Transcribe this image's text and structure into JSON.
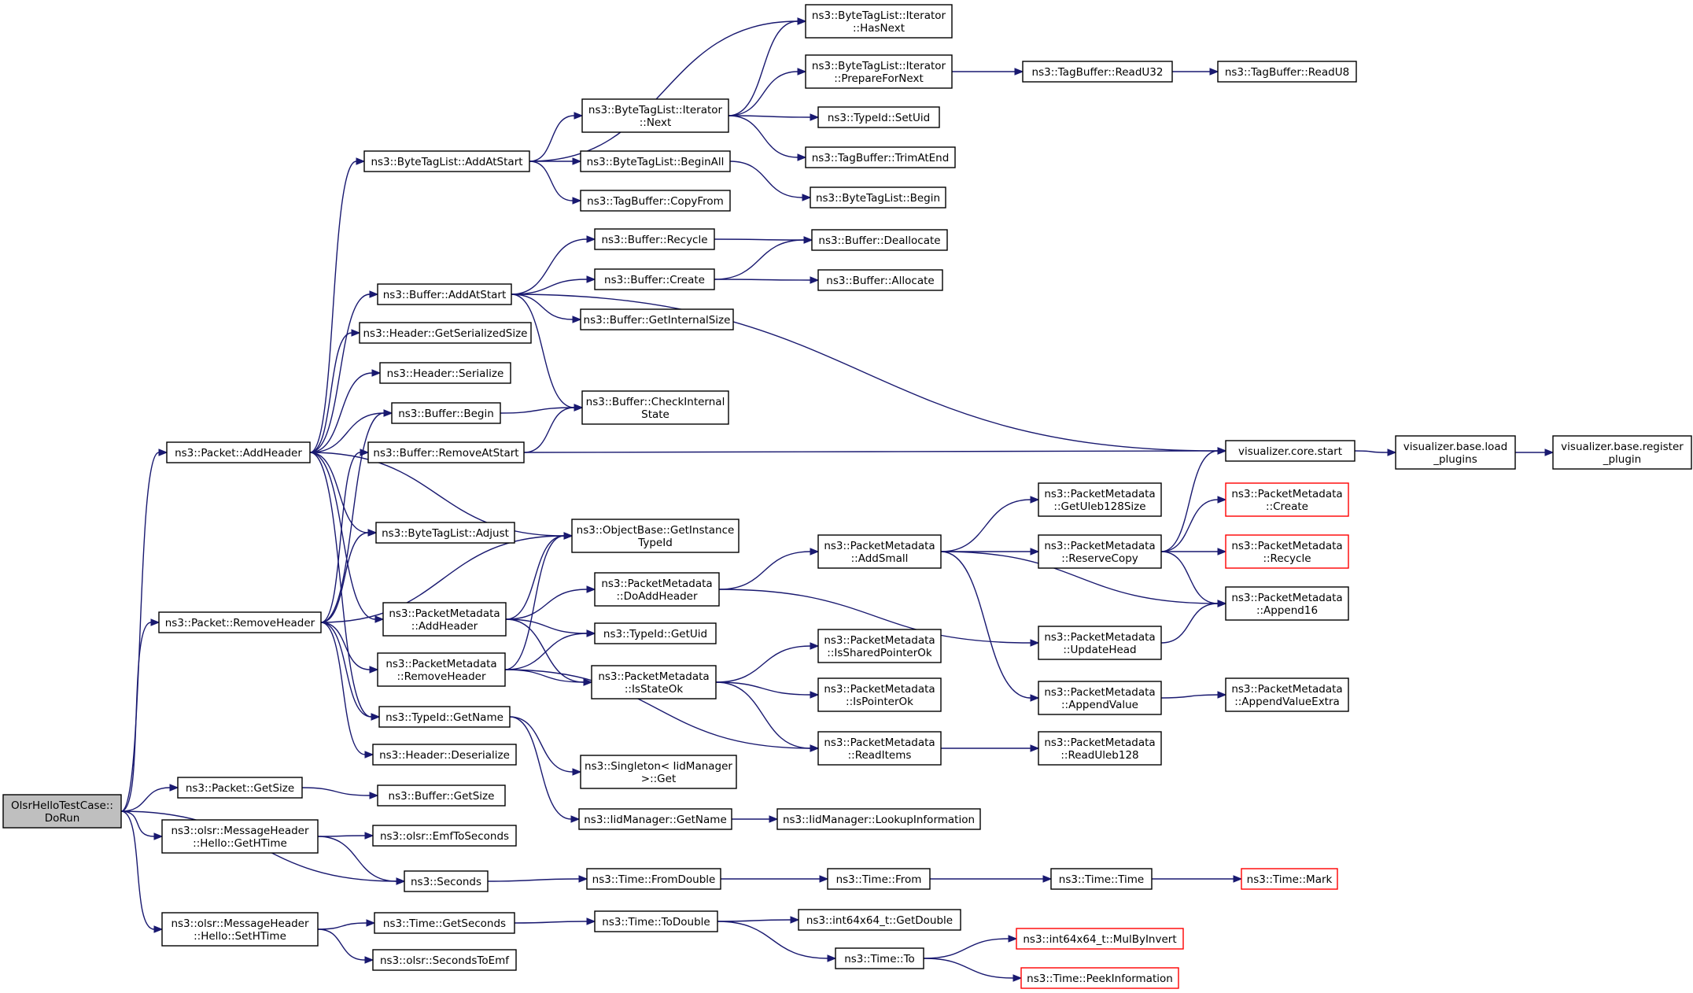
{
  "graph": {
    "nodes": [
      {
        "id": "root",
        "lines": [
          "OlsrHelloTestCase::",
          "DoRun"
        ],
        "root": true
      },
      {
        "id": "addHeader",
        "lines": [
          "ns3::Packet::AddHeader"
        ]
      },
      {
        "id": "removeHeader",
        "lines": [
          "ns3::Packet::RemoveHeader"
        ]
      },
      {
        "id": "pGetSize",
        "lines": [
          "ns3::Packet::GetSize"
        ]
      },
      {
        "id": "getHTime",
        "lines": [
          "ns3::olsr::MessageHeader",
          "::Hello::GetHTime"
        ]
      },
      {
        "id": "setHTime",
        "lines": [
          "ns3::olsr::MessageHeader",
          "::Hello::SetHTime"
        ]
      },
      {
        "id": "btlAddAtStart",
        "lines": [
          "ns3::ByteTagList::AddAtStart"
        ]
      },
      {
        "id": "bufAddAtStart",
        "lines": [
          "ns3::Buffer::AddAtStart"
        ]
      },
      {
        "id": "hdrSerSize",
        "lines": [
          "ns3::Header::GetSerializedSize"
        ]
      },
      {
        "id": "hdrSerialize",
        "lines": [
          "ns3::Header::Serialize"
        ]
      },
      {
        "id": "bufBegin",
        "lines": [
          "ns3::Buffer::Begin"
        ]
      },
      {
        "id": "bufRemoveAtStart",
        "lines": [
          "ns3::Buffer::RemoveAtStart"
        ]
      },
      {
        "id": "btlAdjust",
        "lines": [
          "ns3::ByteTagList::Adjust"
        ]
      },
      {
        "id": "pmAddHeader",
        "lines": [
          "ns3::PacketMetadata",
          "::AddHeader"
        ]
      },
      {
        "id": "pmRemoveHeader",
        "lines": [
          "ns3::PacketMetadata",
          "::RemoveHeader"
        ]
      },
      {
        "id": "tidGetName",
        "lines": [
          "ns3::TypeId::GetName"
        ]
      },
      {
        "id": "hdrDeserialize",
        "lines": [
          "ns3::Header::Deserialize"
        ]
      },
      {
        "id": "bufGetSize",
        "lines": [
          "ns3::Buffer::GetSize"
        ]
      },
      {
        "id": "emfToSeconds",
        "lines": [
          "ns3::olsr::EmfToSeconds"
        ]
      },
      {
        "id": "seconds",
        "lines": [
          "ns3::Seconds"
        ]
      },
      {
        "id": "timeGetSeconds",
        "lines": [
          "ns3::Time::GetSeconds"
        ]
      },
      {
        "id": "secondsToEmf",
        "lines": [
          "ns3::olsr::SecondsToEmf"
        ]
      },
      {
        "id": "btlIterNext",
        "lines": [
          "ns3::ByteTagList::Iterator",
          "::Next"
        ]
      },
      {
        "id": "btlBeginAll",
        "lines": [
          "ns3::ByteTagList::BeginAll"
        ]
      },
      {
        "id": "tbCopyFrom",
        "lines": [
          "ns3::TagBuffer::CopyFrom"
        ]
      },
      {
        "id": "bufRecycle",
        "lines": [
          "ns3::Buffer::Recycle"
        ]
      },
      {
        "id": "bufCreate",
        "lines": [
          "ns3::Buffer::Create"
        ]
      },
      {
        "id": "bufGetInternalSize",
        "lines": [
          "ns3::Buffer::GetInternalSize"
        ]
      },
      {
        "id": "bufCheckInternal",
        "lines": [
          "ns3::Buffer::CheckInternal",
          "State"
        ]
      },
      {
        "id": "obGetInstanceTypeId",
        "lines": [
          "ns3::ObjectBase::GetInstance",
          "TypeId"
        ]
      },
      {
        "id": "pmDoAddHeader",
        "lines": [
          "ns3::PacketMetadata",
          "::DoAddHeader"
        ]
      },
      {
        "id": "tidGetUid",
        "lines": [
          "ns3::TypeId::GetUid"
        ]
      },
      {
        "id": "pmIsStateOk",
        "lines": [
          "ns3::PacketMetadata",
          "::IsStateOk"
        ]
      },
      {
        "id": "singletonGet",
        "lines": [
          "ns3::Singleton< IidManager",
          "  >::Get"
        ]
      },
      {
        "id": "iidGetName",
        "lines": [
          "ns3::IidManager::GetName"
        ]
      },
      {
        "id": "timeFromDouble",
        "lines": [
          "ns3::Time::FromDouble"
        ]
      },
      {
        "id": "timeToDouble",
        "lines": [
          "ns3::Time::ToDouble"
        ]
      },
      {
        "id": "btlIterHasNext",
        "lines": [
          "ns3::ByteTagList::Iterator",
          "::HasNext"
        ]
      },
      {
        "id": "btlIterPrepare",
        "lines": [
          "ns3::ByteTagList::Iterator",
          "::PrepareForNext"
        ]
      },
      {
        "id": "tidSetUid",
        "lines": [
          "ns3::TypeId::SetUid"
        ]
      },
      {
        "id": "tbTrimAtEnd",
        "lines": [
          "ns3::TagBuffer::TrimAtEnd"
        ]
      },
      {
        "id": "btlBegin",
        "lines": [
          "ns3::ByteTagList::Begin"
        ]
      },
      {
        "id": "bufDeallocate",
        "lines": [
          "ns3::Buffer::Deallocate"
        ]
      },
      {
        "id": "bufAllocate",
        "lines": [
          "ns3::Buffer::Allocate"
        ]
      },
      {
        "id": "pmAddSmall",
        "lines": [
          "ns3::PacketMetadata",
          "::AddSmall"
        ]
      },
      {
        "id": "pmIsSharedPtrOk",
        "lines": [
          "ns3::PacketMetadata",
          "::IsSharedPointerOk"
        ]
      },
      {
        "id": "pmIsPointerOk",
        "lines": [
          "ns3::PacketMetadata",
          "::IsPointerOk"
        ]
      },
      {
        "id": "pmReadItems",
        "lines": [
          "ns3::PacketMetadata",
          "::ReadItems"
        ]
      },
      {
        "id": "iidLookupInfo",
        "lines": [
          "ns3::IidManager::LookupInformation"
        ]
      },
      {
        "id": "timeFrom",
        "lines": [
          "ns3::Time::From"
        ]
      },
      {
        "id": "int64GetDouble",
        "lines": [
          "ns3::int64x64_t::GetDouble"
        ]
      },
      {
        "id": "timeTo",
        "lines": [
          "ns3::Time::To"
        ]
      },
      {
        "id": "tbReadU32",
        "lines": [
          "ns3::TagBuffer::ReadU32"
        ]
      },
      {
        "id": "pmGetUleb128Size",
        "lines": [
          "ns3::PacketMetadata",
          "::GetUleb128Size"
        ]
      },
      {
        "id": "pmReserveCopy",
        "lines": [
          "ns3::PacketMetadata",
          "::ReserveCopy"
        ]
      },
      {
        "id": "pmUpdateHead",
        "lines": [
          "ns3::PacketMetadata",
          "::UpdateHead"
        ]
      },
      {
        "id": "pmAppendValue",
        "lines": [
          "ns3::PacketMetadata",
          "::AppendValue"
        ]
      },
      {
        "id": "pmReadUleb128",
        "lines": [
          "ns3::PacketMetadata",
          "::ReadUleb128"
        ]
      },
      {
        "id": "timeTime",
        "lines": [
          "ns3::Time::Time"
        ]
      },
      {
        "id": "int64MulByInvert",
        "lines": [
          "ns3::int64x64_t::MulByInvert"
        ],
        "red": true
      },
      {
        "id": "timePeekInfo",
        "lines": [
          "ns3::Time::PeekInformation"
        ],
        "red": true
      },
      {
        "id": "tbReadU8",
        "lines": [
          "ns3::TagBuffer::ReadU8"
        ]
      },
      {
        "id": "vizCoreStart",
        "lines": [
          "visualizer.core.start"
        ]
      },
      {
        "id": "pmCreate",
        "lines": [
          "ns3::PacketMetadata",
          "::Create"
        ],
        "red": true
      },
      {
        "id": "pmRecycle",
        "lines": [
          "ns3::PacketMetadata",
          "::Recycle"
        ],
        "red": true
      },
      {
        "id": "pmAppend16",
        "lines": [
          "ns3::PacketMetadata",
          "::Append16"
        ]
      },
      {
        "id": "pmAppendValueExtra",
        "lines": [
          "ns3::PacketMetadata",
          "::AppendValueExtra"
        ]
      },
      {
        "id": "timeMark",
        "lines": [
          "ns3::Time::Mark"
        ],
        "red": true
      },
      {
        "id": "vizLoadPlugins",
        "lines": [
          "visualizer.base.load",
          "_plugins"
        ]
      },
      {
        "id": "vizRegisterPlugin",
        "lines": [
          "visualizer.base.register",
          "_plugin"
        ]
      }
    ],
    "edges": [
      [
        "root",
        "addHeader"
      ],
      [
        "root",
        "removeHeader"
      ],
      [
        "root",
        "pGetSize"
      ],
      [
        "root",
        "getHTime"
      ],
      [
        "root",
        "seconds"
      ],
      [
        "root",
        "setHTime"
      ],
      [
        "addHeader",
        "btlAddAtStart"
      ],
      [
        "addHeader",
        "bufAddAtStart"
      ],
      [
        "addHeader",
        "hdrSerSize"
      ],
      [
        "addHeader",
        "hdrSerialize"
      ],
      [
        "addHeader",
        "bufBegin"
      ],
      [
        "addHeader",
        "btlAdjust"
      ],
      [
        "addHeader",
        "obGetInstanceTypeId"
      ],
      [
        "addHeader",
        "pmAddHeader"
      ],
      [
        "addHeader",
        "tidGetName"
      ],
      [
        "removeHeader",
        "bufBegin"
      ],
      [
        "removeHeader",
        "bufRemoveAtStart"
      ],
      [
        "removeHeader",
        "btlAdjust"
      ],
      [
        "removeHeader",
        "obGetInstanceTypeId"
      ],
      [
        "removeHeader",
        "pmRemoveHeader"
      ],
      [
        "removeHeader",
        "tidGetName"
      ],
      [
        "removeHeader",
        "hdrDeserialize"
      ],
      [
        "pGetSize",
        "bufGetSize"
      ],
      [
        "getHTime",
        "emfToSeconds"
      ],
      [
        "getHTime",
        "seconds"
      ],
      [
        "setHTime",
        "timeGetSeconds"
      ],
      [
        "setHTime",
        "secondsToEmf"
      ],
      [
        "btlAddAtStart",
        "btlIterHasNext"
      ],
      [
        "btlAddAtStart",
        "btlIterNext"
      ],
      [
        "btlAddAtStart",
        "btlBeginAll"
      ],
      [
        "btlAddAtStart",
        "tbCopyFrom"
      ],
      [
        "btlIterNext",
        "btlIterHasNext"
      ],
      [
        "btlIterNext",
        "btlIterPrepare"
      ],
      [
        "btlIterNext",
        "tidSetUid"
      ],
      [
        "btlIterNext",
        "tbTrimAtEnd"
      ],
      [
        "btlIterPrepare",
        "tbReadU32"
      ],
      [
        "tbReadU32",
        "tbReadU8"
      ],
      [
        "btlBeginAll",
        "btlBegin"
      ],
      [
        "bufAddAtStart",
        "bufRecycle"
      ],
      [
        "bufAddAtStart",
        "bufCreate"
      ],
      [
        "bufAddAtStart",
        "bufGetInternalSize"
      ],
      [
        "bufAddAtStart",
        "bufCheckInternal"
      ],
      [
        "bufAddAtStart",
        "vizCoreStart"
      ],
      [
        "bufRecycle",
        "bufDeallocate"
      ],
      [
        "bufCreate",
        "bufDeallocate"
      ],
      [
        "bufCreate",
        "bufAllocate"
      ],
      [
        "bufBegin",
        "bufCheckInternal"
      ],
      [
        "bufRemoveAtStart",
        "bufCheckInternal"
      ],
      [
        "bufRemoveAtStart",
        "vizCoreStart"
      ],
      [
        "vizCoreStart",
        "vizLoadPlugins"
      ],
      [
        "vizLoadPlugins",
        "vizRegisterPlugin"
      ],
      [
        "pmAddHeader",
        "obGetInstanceTypeId"
      ],
      [
        "pmAddHeader",
        "pmDoAddHeader"
      ],
      [
        "pmAddHeader",
        "tidGetUid"
      ],
      [
        "pmAddHeader",
        "pmIsStateOk"
      ],
      [
        "pmRemoveHeader",
        "obGetInstanceTypeId"
      ],
      [
        "pmRemoveHeader",
        "tidGetUid"
      ],
      [
        "pmRemoveHeader",
        "pmIsStateOk"
      ],
      [
        "pmRemoveHeader",
        "pmReadItems"
      ],
      [
        "pmDoAddHeader",
        "pmAddSmall"
      ],
      [
        "pmDoAddHeader",
        "pmUpdateHead"
      ],
      [
        "pmAddSmall",
        "pmGetUleb128Size"
      ],
      [
        "pmAddSmall",
        "pmReserveCopy"
      ],
      [
        "pmAddSmall",
        "pmAppend16"
      ],
      [
        "pmAddSmall",
        "pmAppendValue"
      ],
      [
        "pmReserveCopy",
        "vizCoreStart"
      ],
      [
        "pmReserveCopy",
        "pmCreate"
      ],
      [
        "pmReserveCopy",
        "pmRecycle"
      ],
      [
        "pmReserveCopy",
        "pmAppend16"
      ],
      [
        "pmUpdateHead",
        "pmAppend16"
      ],
      [
        "pmAppendValue",
        "pmAppendValueExtra"
      ],
      [
        "pmIsStateOk",
        "pmIsSharedPtrOk"
      ],
      [
        "pmIsStateOk",
        "pmIsPointerOk"
      ],
      [
        "pmIsStateOk",
        "pmReadItems"
      ],
      [
        "pmReadItems",
        "pmReadUleb128"
      ],
      [
        "tidGetName",
        "singletonGet"
      ],
      [
        "tidGetName",
        "iidGetName"
      ],
      [
        "iidGetName",
        "iidLookupInfo"
      ],
      [
        "seconds",
        "timeFromDouble"
      ],
      [
        "timeFromDouble",
        "timeFrom"
      ],
      [
        "timeFrom",
        "timeTime"
      ],
      [
        "timeTime",
        "timeMark"
      ],
      [
        "timeGetSeconds",
        "timeToDouble"
      ],
      [
        "timeToDouble",
        "int64GetDouble"
      ],
      [
        "timeToDouble",
        "timeTo"
      ],
      [
        "timeTo",
        "int64MulByInvert"
      ],
      [
        "timeTo",
        "timePeekInfo"
      ]
    ]
  }
}
